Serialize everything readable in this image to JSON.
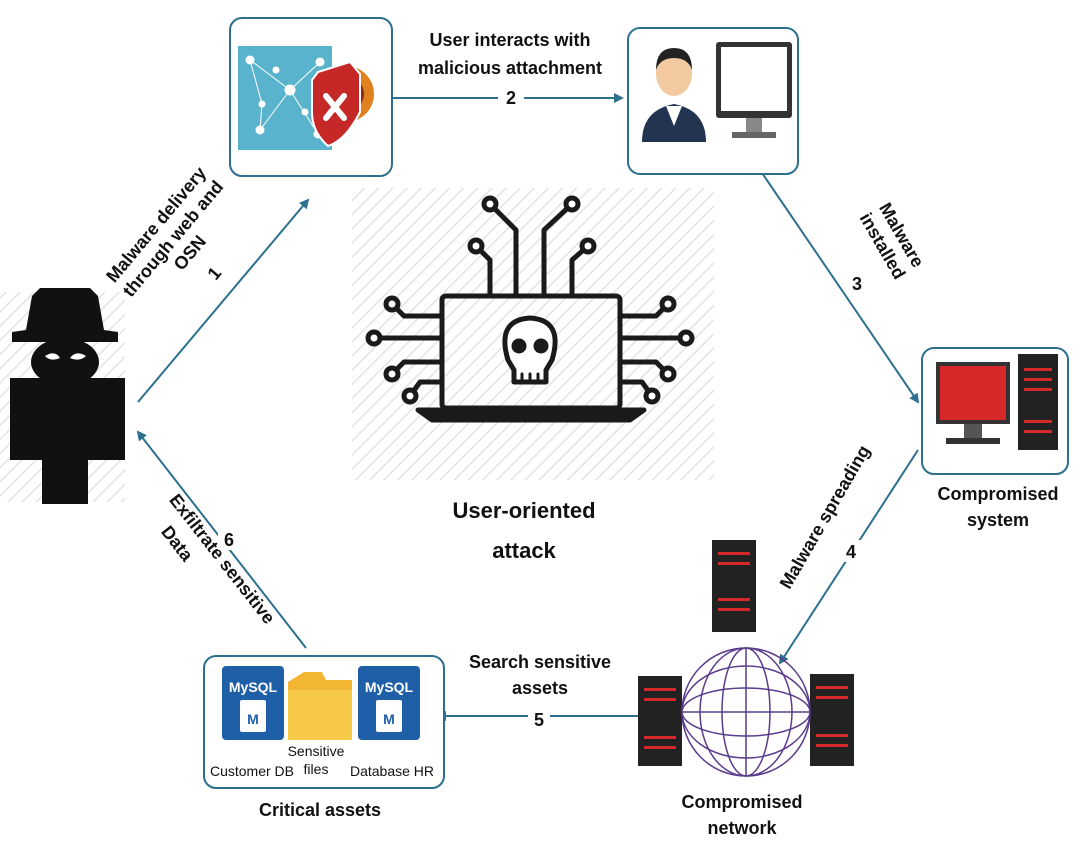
{
  "center": {
    "line1": "User-oriented",
    "line2": "attack"
  },
  "steps": {
    "s1": {
      "number": "1",
      "line1": "Malware delivery",
      "line2": "through web and",
      "line3": "OSN"
    },
    "s2": {
      "number": "2",
      "line1": "User interacts with",
      "line2": "malicious attachment"
    },
    "s3": {
      "number": "3",
      "line1": "Malware",
      "line2": "installed"
    },
    "s4": {
      "number": "4",
      "line1": "Malware spreading"
    },
    "s5": {
      "number": "5",
      "line1": "Search sensitive",
      "line2": "assets"
    },
    "s6": {
      "number": "6",
      "line1": "Exfiltrate sensitive",
      "line2": "Data"
    }
  },
  "nodes": {
    "compromised_system": {
      "line1": "Compromised",
      "line2": "system"
    },
    "compromised_network": {
      "line1": "Compromised",
      "line2": "network"
    },
    "critical_assets": {
      "title": "Critical assets",
      "db1": "MySQL",
      "db2": "MySQL",
      "customer_db": "Customer DB",
      "sensitive_line1": "Sensitive",
      "sensitive_line2": "files",
      "database_hr": "Database HR"
    }
  },
  "colors": {
    "edge": "#2c6f8f",
    "server_red": "#c62828",
    "globe": "#5b3b8c"
  }
}
